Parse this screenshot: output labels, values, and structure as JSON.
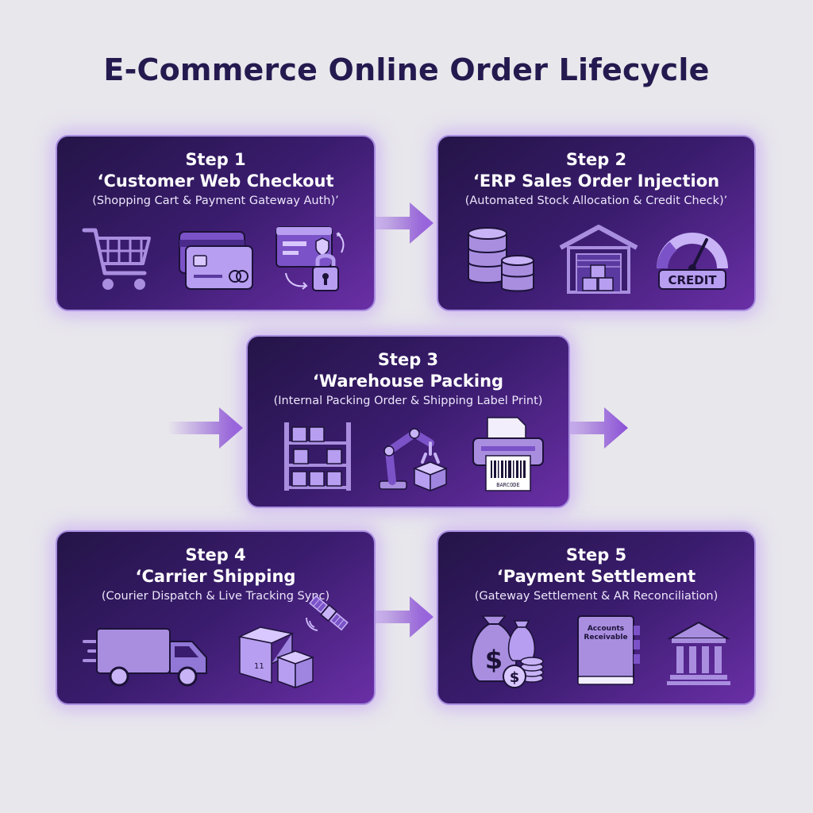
{
  "title": "E-Commerce Online Order Lifecycle",
  "steps": [
    {
      "number": "Step 1",
      "title": "‘Customer Web Checkout",
      "subtitle": "(Shopping Cart & Payment Gateway Auth)’"
    },
    {
      "number": "Step 2",
      "title": "‘ERP Sales Order Injection",
      "subtitle": "(Automated Stock Allocation & Credit Check)’",
      "badge": "CREDIT"
    },
    {
      "number": "Step 3",
      "title": "‘Warehouse Packing",
      "subtitle": "(Internal Packing Order & Shipping Label Print)",
      "label_text": "BARCODE"
    },
    {
      "number": "Step 4",
      "title": "‘Carrier Shipping",
      "subtitle": "(Courier Dispatch & Live Tracking Sync)",
      "box_number": "11"
    },
    {
      "number": "Step 5",
      "title": "‘Payment Settlement",
      "subtitle": "(Gateway Settlement & AR Reconciliation)",
      "book_label_1": "Accounts",
      "book_label_2": "Receivable"
    }
  ],
  "colors": {
    "title": "#251a4f",
    "card_dark": "#241447",
    "card_light": "#6a2fa6",
    "icon_fill": "#a98ee0",
    "icon_stroke": "#1c1238",
    "arrow": "#8a4fd6"
  },
  "icons": [
    "shopping-cart-icon",
    "credit-card-icon",
    "secure-payment-icon",
    "database-icon",
    "warehouse-icon",
    "credit-gauge-icon",
    "shelving-icon",
    "robot-arm-icon",
    "label-printer-icon",
    "delivery-truck-icon",
    "packages-icon",
    "satellite-icon",
    "money-bags-icon",
    "ledger-book-icon",
    "bank-icon"
  ]
}
